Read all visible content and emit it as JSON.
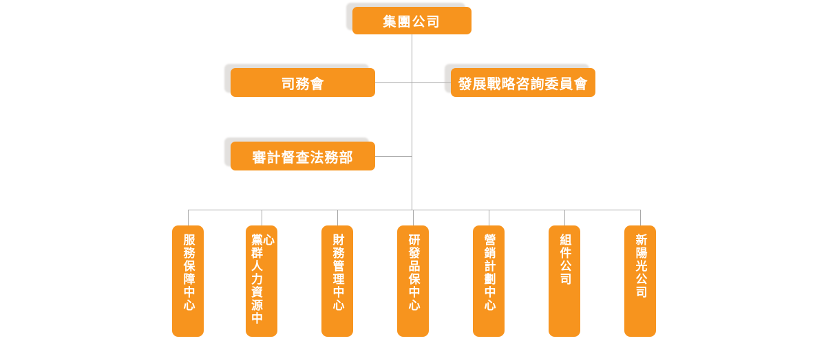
{
  "org": {
    "root": {
      "label": "集團公司"
    },
    "level2": [
      {
        "label": "司務會"
      },
      {
        "label": "發展戰略咨詢委員會"
      }
    ],
    "level3": [
      {
        "label": "審計督查法務部"
      }
    ],
    "departments": [
      {
        "label": "服務保障中心"
      },
      {
        "label": "黨群人力資源中心"
      },
      {
        "label": "財務管理中心"
      },
      {
        "label": "研發品保中心"
      },
      {
        "label": "營銷計劃中心"
      },
      {
        "label": "組件公司"
      },
      {
        "label": "新陽光公司"
      }
    ],
    "colors": {
      "node_fill": "#F7941E",
      "node_text": "#FFFFFF",
      "connector": "#A8A8A8",
      "shadow": "#C8C4C0",
      "background": "#FFFFFF"
    }
  }
}
